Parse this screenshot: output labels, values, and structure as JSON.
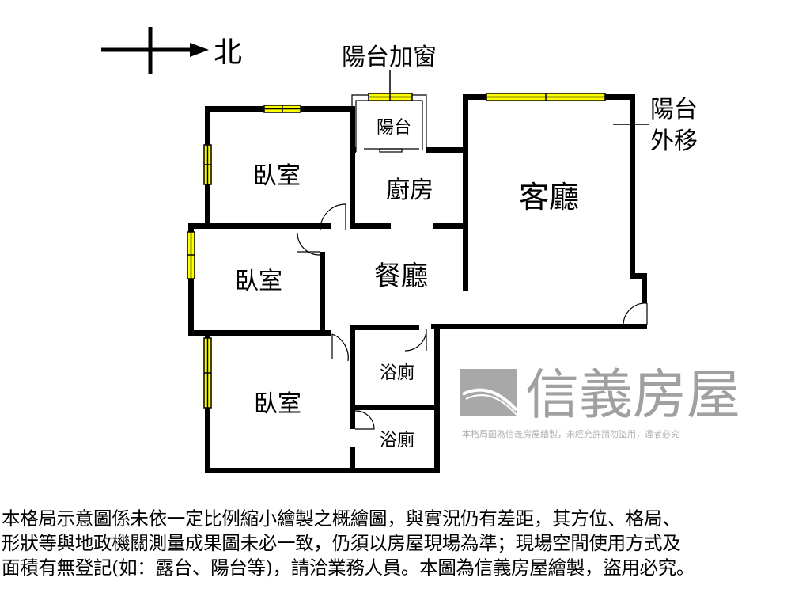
{
  "compass": {
    "label": "北"
  },
  "annotations": {
    "balcony_window": "陽台加窗",
    "balcony_moved": [
      "陽台",
      "外移"
    ]
  },
  "rooms": {
    "bedroom_1": "臥室",
    "bedroom_2": "臥室",
    "bedroom_3": "臥室",
    "balcony": "陽台",
    "kitchen": "廚房",
    "living_room": "客廳",
    "dining_room": "餐廳",
    "bathroom_1": "浴廁",
    "bathroom_2": "浴廁"
  },
  "watermark": {
    "brand": "信義房屋",
    "notice": "本格局圖為信義房屋繪製，未經允許請勿盜用，違者必究"
  },
  "colors": {
    "wall": "#000000",
    "window": "#ffff00",
    "watermark": "#a0a0a0"
  },
  "disclaimer": [
    "本格局示意圖係未依一定比例縮小繪製之概繪圖，與實況仍有差距，其方位、格局、",
    "形狀等與地政機關測量成果圖未必一致，仍須以房屋現場為準；現場空間使用方式及",
    "面積有無登記(如：露台、陽台等)，請洽業務人員。本圖為信義房屋繪製，盜用必究。"
  ]
}
